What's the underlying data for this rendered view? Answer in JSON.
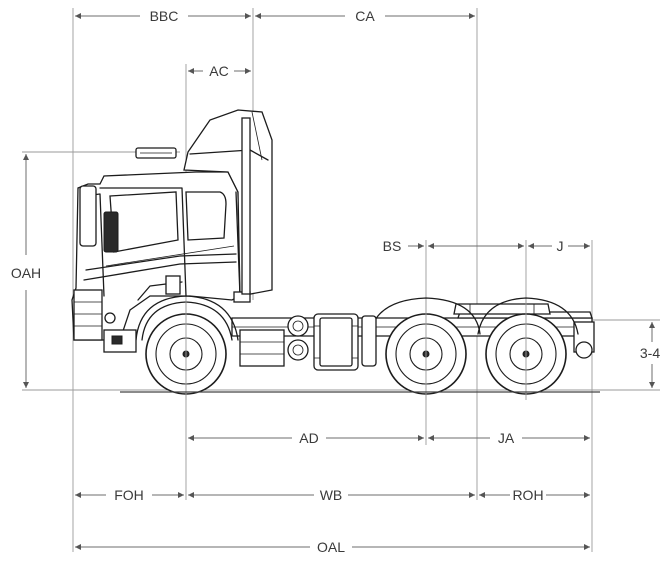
{
  "labels": {
    "bbc": "BBC",
    "ca": "CA",
    "ac": "AC",
    "oah": "OAH",
    "bs": "BS",
    "j": "J",
    "height_34": "3-4",
    "ad": "AD",
    "ja": "JA",
    "foh": "FOH",
    "wb": "WB",
    "roh": "ROH",
    "oal": "OAL"
  },
  "colors": {
    "line": "#1c1c1c",
    "dimension": "#6e6e6e",
    "background": "#ffffff"
  }
}
